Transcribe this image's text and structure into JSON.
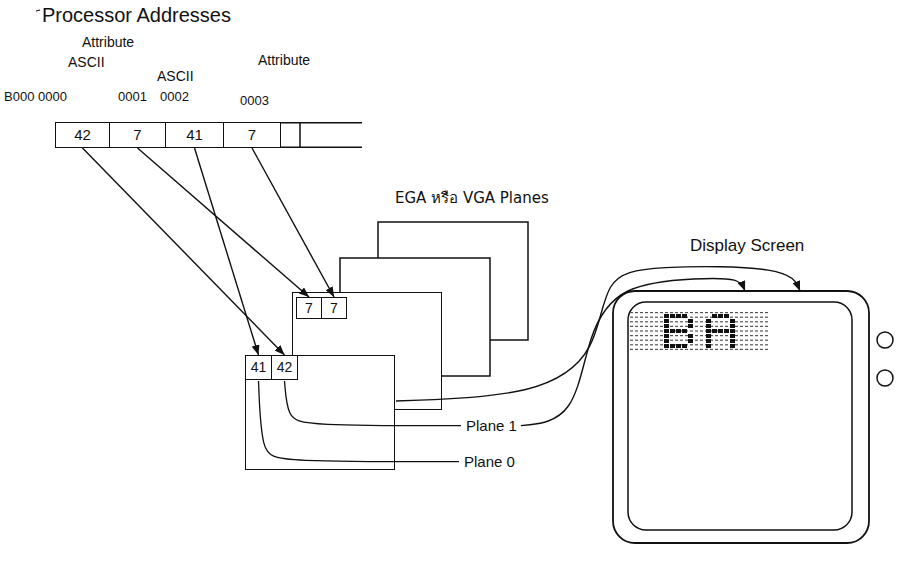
{
  "diagram": {
    "nodes": [
      {
        "text": [
          "42"
        ]
      },
      {
        "text": [
          "7"
        ]
      },
      {
        "text": [
          "41"
        ]
      },
      {
        "text": [
          "7"
        ]
      },
      {
        "text": [
          "Plane 1"
        ]
      },
      {
        "text": [
          "7"
        ],
        "in": 4
      },
      {
        "text": [
          "7"
        ],
        "in": 4
      },
      {
        "text": [
          "Plane 0"
        ]
      },
      {
        "text": [
          "41"
        ],
        "in": 7
      },
      {
        "text": [
          "42"
        ],
        "in": 7
      },
      {
        "text": [
          "Display Screen"
        ]
      }
    ],
    "edges": [
      {
        "from": 0,
        "to": 9,
        "arrow": "to"
      },
      {
        "from": 1,
        "to": 5,
        "arrow": "to"
      },
      {
        "from": 2,
        "to": 8,
        "arrow": "to"
      },
      {
        "from": 3,
        "to": 6,
        "arrow": "to"
      },
      {
        "from": 4,
        "to": 10,
        "arrow": "to"
      },
      {
        "from": 7,
        "to": 10,
        "arrow": "to"
      }
    ],
    "labels": [
      "Processor Addresses",
      "Attribute",
      "ASCII",
      "Attribute",
      "ASCII",
      "B000 0000",
      "0001",
      "0002",
      "0003",
      "EGA หรือ VGA Planes"
    ]
  }
}
